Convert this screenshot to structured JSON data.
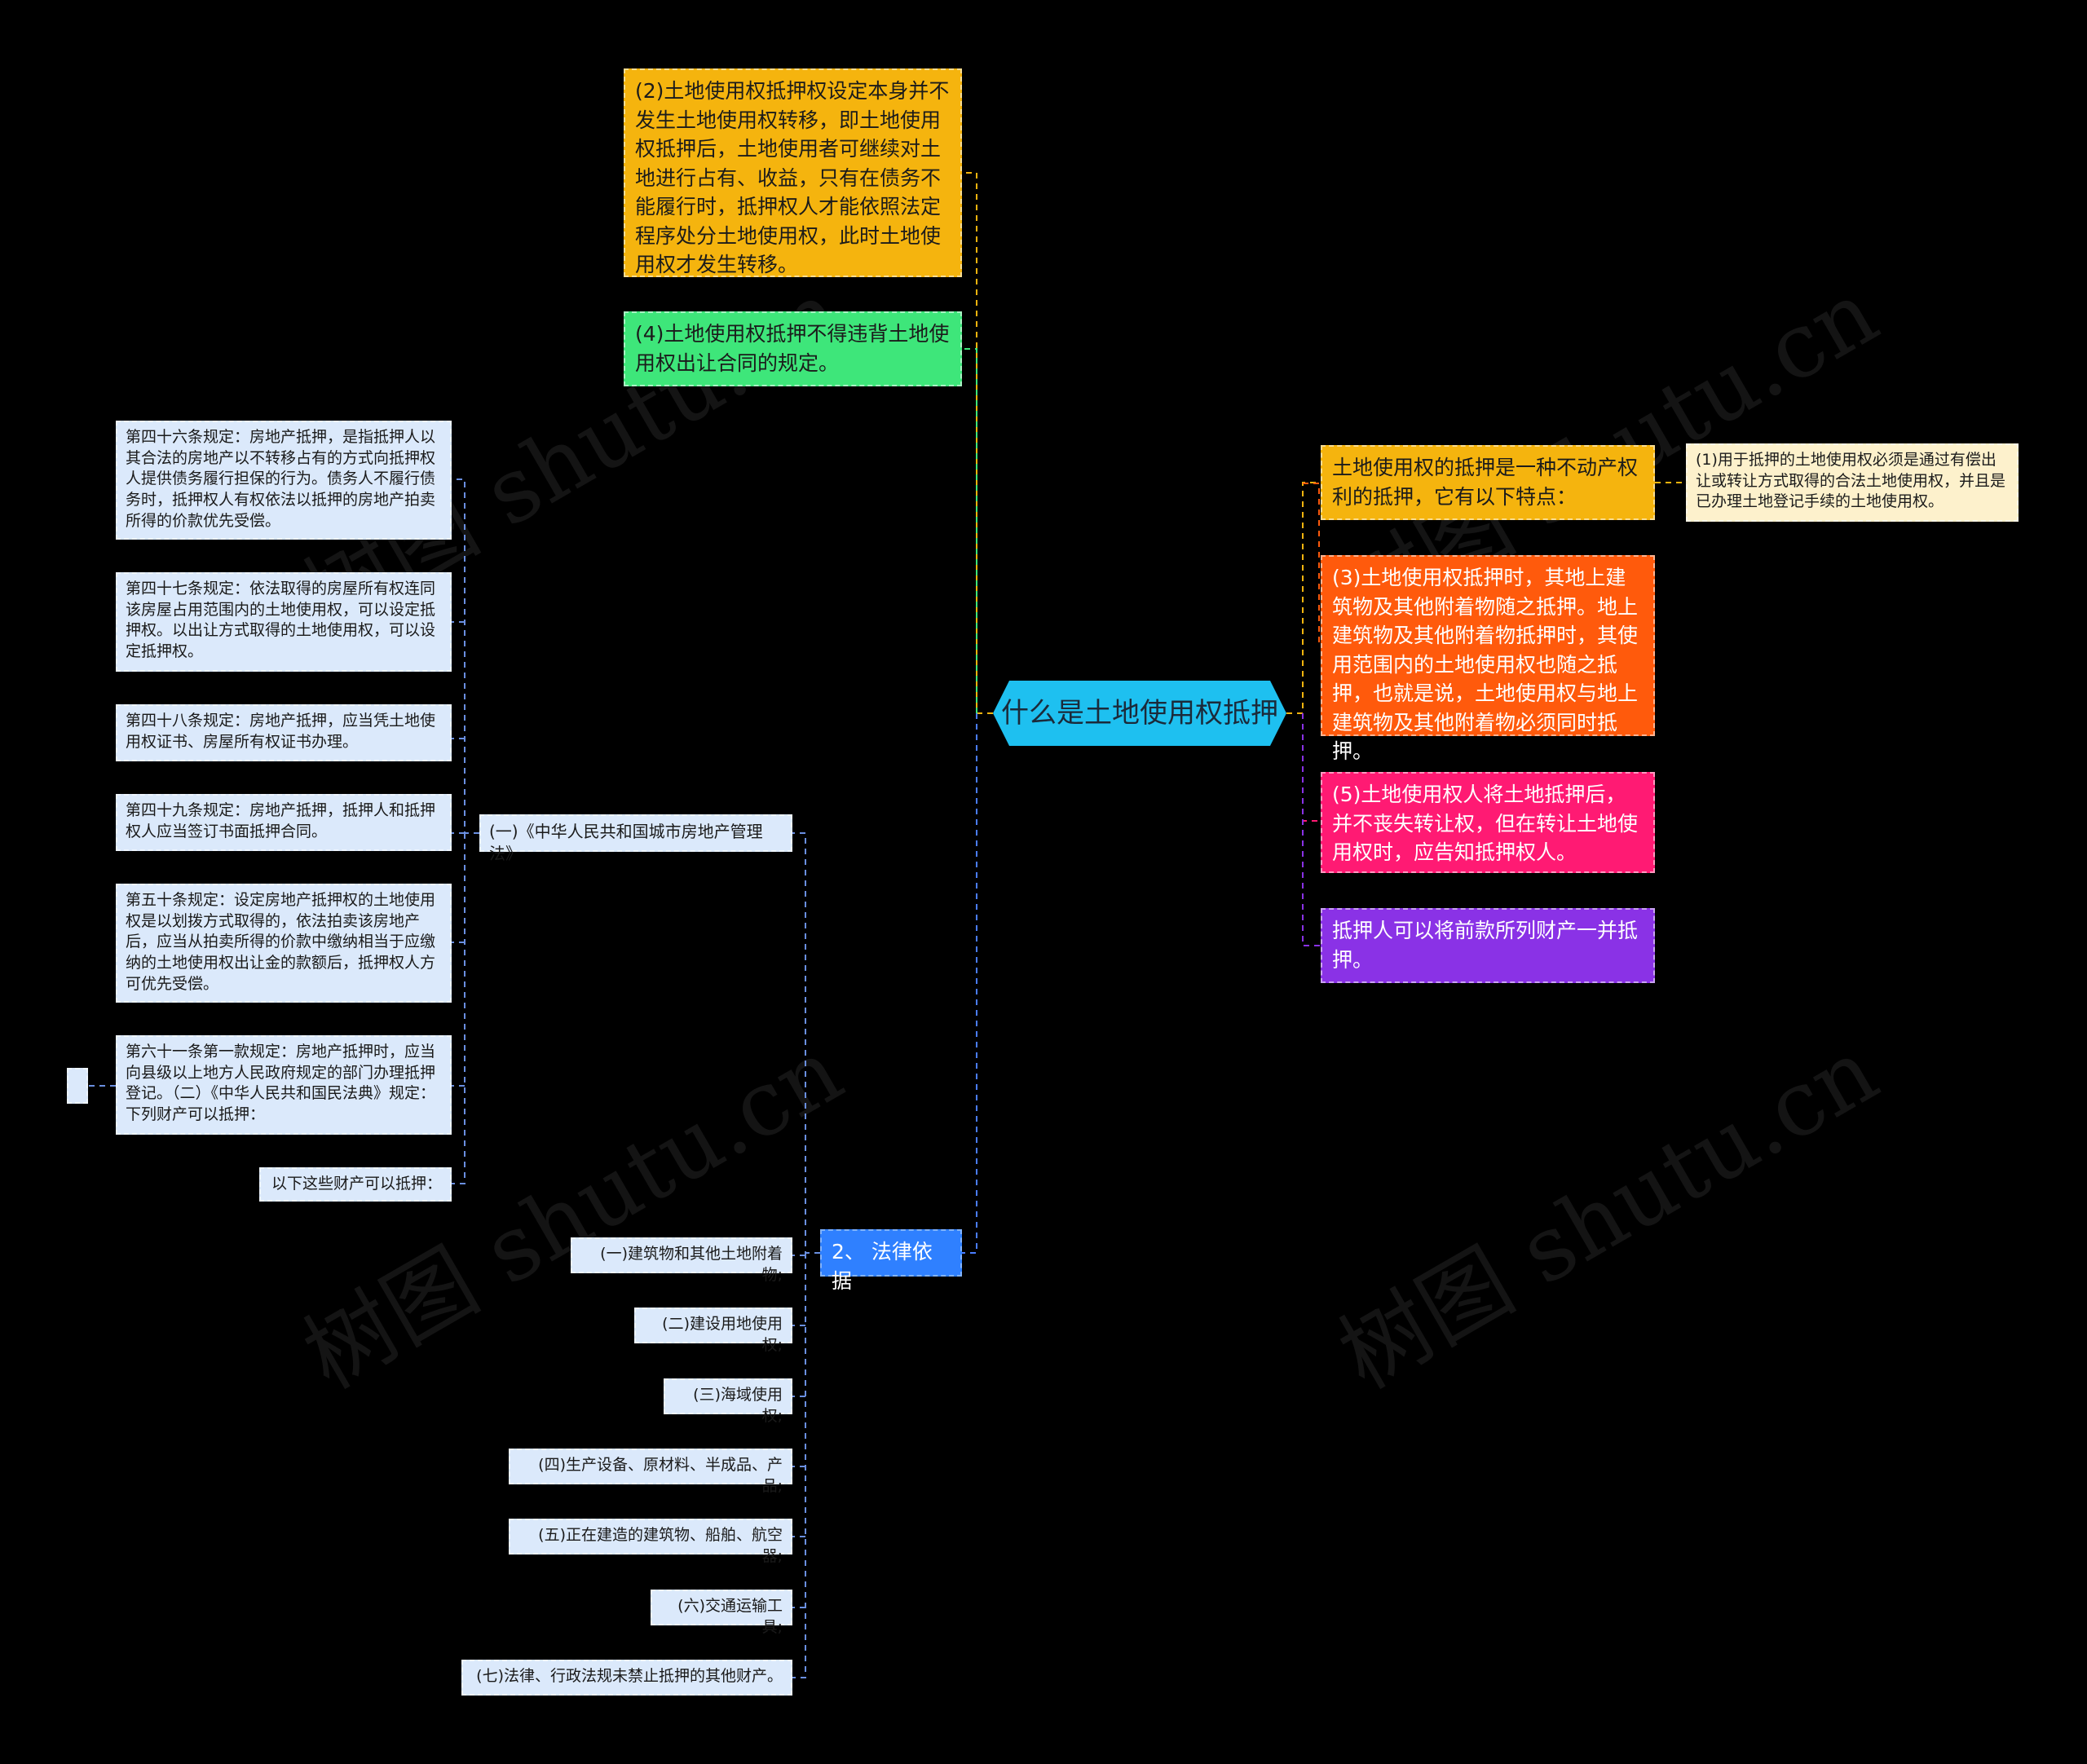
{
  "watermark": "树图 shutu.cn",
  "root": {
    "label": "什么是土地使用权抵押",
    "color": "#1ec0f0"
  },
  "right": {
    "features_intro": "土地使用权的抵押是一种不动产权利的抵押，它有以下特点：",
    "feature_1": "(1)用于抵押的土地使用权必须是通过有偿出让或转让方式取得的合法土地使用权，并且是已办理土地登记手续的土地使用权。",
    "feature_3": "(3)土地使用权抵押时，其地上建筑物及其他附着物随之抵押。地上建筑物及其他附着物抵押时，其使用范围内的土地使用权也随之抵押，也就是说，土地使用权与地上建筑物及其他附着物必须同时抵押。",
    "feature_5": "(5)土地使用权人将土地抵押后，并不丧失转让权，但在转让土地使用权时，应告知抵押权人。",
    "mortgagor_note": "抵押人可以将前款所列财产一并抵押。"
  },
  "top_left": {
    "feature_2": "(2)土地使用权抵押权设定本身并不发生土地使用权转移，即土地使用权抵押后，土地使用者可继续对土地进行占有、收益，只有在债务不能履行时，抵押权人才能依照法定程序处分土地使用权，此时土地使用权才发生转移。",
    "feature_4": "(4)土地使用权抵押不得违背土地使用权出让合同的规定。"
  },
  "legal_basis": {
    "label": "2、 法律依据",
    "law_1_title": "(一)《中华人民共和国城市房地产管理法》",
    "articles": [
      "第四十六条规定：房地产抵押，是指抵押人以其合法的房地产以不转移占有的方式向抵押权人提供债务履行担保的行为。债务人不履行债务时，抵押权人有权依法以抵押的房地产拍卖所得的价款优先受偿。",
      "第四十七条规定：依法取得的房屋所有权连同该房屋占用范围内的土地使用权，可以设定抵押权。以出让方式取得的土地使用权，可以设定抵押权。",
      "第四十八条规定：房地产抵押，应当凭土地使用权证书、房屋所有权证书办理。",
      "第四十九条规定：房地产抵押，抵押人和抵押权人应当签订书面抵押合同。",
      "第五十条规定：设定房地产抵押权的土地使用权是以划拨方式取得的，依法拍卖该房地产后，应当从拍卖所得的价款中缴纳相当于应缴纳的土地使用权出让金的款额后，抵押权人方可优先受偿。",
      "第六十一条第一款规定：房地产抵押时，应当向县级以上地方人民政府规定的部门办理抵押登记。（二）《中华人民共和国民法典》规定：下列财产可以抵押：",
      "以下这些财产可以抵押："
    ],
    "property_items": [
      "(一)建筑物和其他土地附着物;",
      "(二)建设用地使用权;",
      "(三)海域使用权;",
      "(四)生产设备、原材料、半成品、产品;",
      "(五)正在建造的建筑物、船舶、航空器;",
      "(六)交通运输工具;",
      "(七)法律、行政法规未禁止抵押的其他财产。"
    ],
    "empty_leaf": ""
  },
  "colors": {
    "orange": "#f5b40e",
    "green": "#3ee67a",
    "deep_orange": "#ff5a0c",
    "magenta": "#ff1a73",
    "purple": "#8a32e6",
    "cream": "#fdf1cc",
    "light_blue": "#dbe9fb",
    "blue": "#2f80ff"
  }
}
